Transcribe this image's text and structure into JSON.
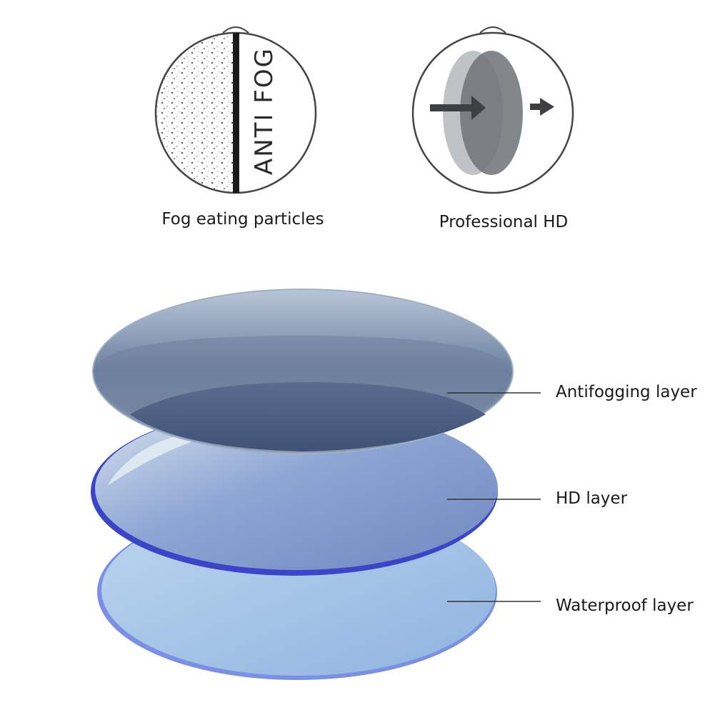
{
  "top_panels": [
    {
      "caption": "Fog eating particles",
      "icon_text": "ANTI FOG",
      "icon": "anti-fog-lens-icon"
    },
    {
      "caption": "Professional HD",
      "icon": "hd-light-pass-icon"
    }
  ],
  "layers": [
    {
      "label": "Antifogging layer",
      "color": "#5e7594"
    },
    {
      "label": "HD layer",
      "color": "#7f9ac8"
    },
    {
      "label": "Waterproof layer",
      "color": "#a8c6e8"
    }
  ]
}
